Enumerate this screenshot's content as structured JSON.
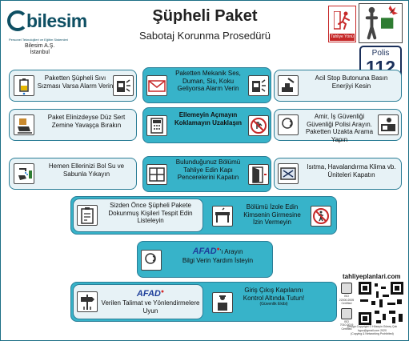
{
  "header": {
    "brand": "bilesim",
    "brand_tagline": "Personel Teknolojileri ve Eğitim Sistemleri",
    "company_line1": "Bilesim A.Ş.",
    "company_line2": "İstanbul",
    "title": "Şüpheli Paket",
    "subtitle": "Sabotaj Korunma Prosedürü",
    "exit_sign_label": "Tahliye Yönü"
  },
  "police": {
    "label": "Polis",
    "number": "112"
  },
  "steps": {
    "s1": {
      "text": "Paketten Şüpheli Sıvı Sızması Varsa Alarm Verin"
    },
    "s2": {
      "text": "Paketten Mekanik Ses, Duman, Sis, Koku Geliyorsa Alarm Verin"
    },
    "s3": {
      "text": "Acil Stop Butonuna Basın Enerjiyi Kesin"
    },
    "s4": {
      "text": "Paket Elinizdeyse Düz Sert Zemine Yavaşça Bırakın"
    },
    "s5": {
      "text": "Ellemeyin Açmayın Koklamayın Uzaklaşın"
    },
    "s6": {
      "text": "Amir, İş Güvenliği Güvenliği Polisi Arayın. Paketten Uzakta Arama Yapın"
    },
    "s7": {
      "text": "Hemen Ellerinizi Bol Su ve Sabunla Yıkayın"
    },
    "s8": {
      "text": "Bulunduğunuz Bölümü Tahliye Edin Kapı Pencerelerini Kapatın"
    },
    "s9": {
      "text": "Isıtma, Havalandırma Klima vb. Üniteleri Kapatın"
    },
    "s10": {
      "text": "Sizden Önce Şüpheli Pakete Dokunmuş Kişileri Tespit Edin Listeleyin"
    },
    "s11": {
      "text": "Bölümü İzole Edin Kimsenin Girmesine İzin Vermeyin"
    },
    "s12": {
      "afad": "AFAD",
      "text_suffix": "'ı Arayın",
      "text": "Bilgi Verin Yardım İsteyin"
    },
    "s13": {
      "afad": "AFAD",
      "text": "Verilen Talimat ve Yönlendirmelere Uyun"
    },
    "s14": {
      "text": "Giriş Çıkış Kapılarını Kontrol Altında Tutun!",
      "note": "(Güvenlik Ekibi)"
    }
  },
  "footer": {
    "website": "tahliyeplanlari.com",
    "iso1_label": "ISO 22000:2005 Certified",
    "iso2_label": "ISO 7010:2019 Certified",
    "copyright": "Design Copyright © Hüseyin Güneş Çalı",
    "email": "hguc@gmail.com 2020",
    "rights": "(Copying & Networking Prohibited)"
  },
  "colors": {
    "accent_dark": "#37b3c9",
    "accent_light": "#e7f2f6",
    "border": "#2a7d96",
    "police_navy": "#1a2f5a",
    "afad_blue": "#1e3f9a",
    "exit_red": "#c62828"
  },
  "icons": [
    "exit-running-man-icon",
    "suspect-package-icon",
    "battery-drip-icon",
    "fire-alarm-icon",
    "mail-icon",
    "emergency-stop-icon",
    "hand-package-icon",
    "calculator-icon",
    "no-touch-icon",
    "phone-man-icon",
    "handwash-icon",
    "window-icon",
    "door-icon",
    "ventilation-icon",
    "clipboard-icon",
    "barrier-icon",
    "no-entry-icon",
    "phone-head-icon",
    "signpost-icon",
    "security-guard-icon"
  ]
}
